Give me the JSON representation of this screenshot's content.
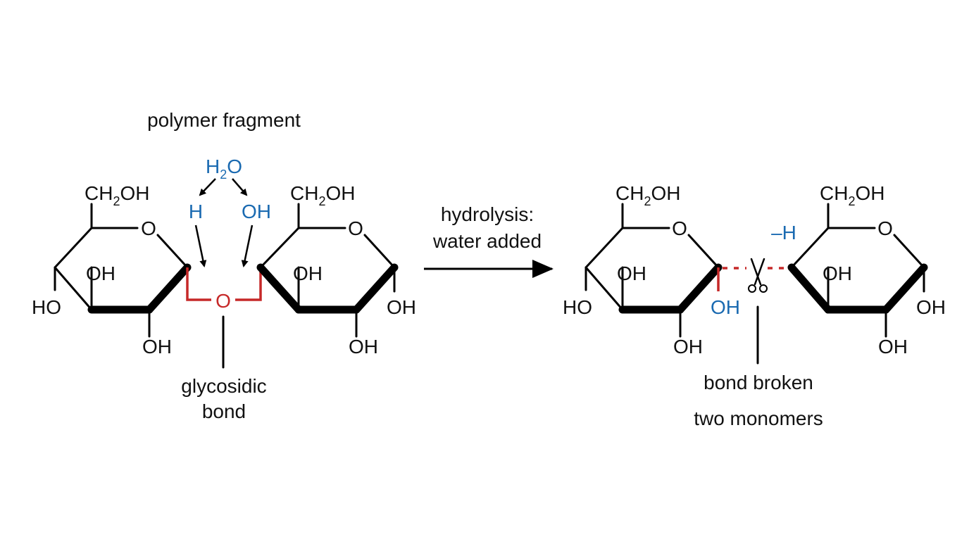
{
  "left": {
    "title": "polymer fragment",
    "water": {
      "main": "H",
      "sub": "2",
      "end": "O"
    },
    "h": "H",
    "oh": "OH",
    "bridge_o": "O",
    "bond_label": [
      "glycosidic",
      "bond"
    ],
    "ring1": {
      "ch2oh_a": "CH",
      "ch2oh_sub": "2",
      "ch2oh_b": "OH",
      "ring_o": "O",
      "oh_c3": "OH",
      "ho_c4": "HO",
      "oh_c2": "OH"
    },
    "ring2": {
      "ch2oh_a": "CH",
      "ch2oh_sub": "2",
      "ch2oh_b": "OH",
      "ring_o": "O",
      "oh_c3": "OH",
      "oh_c1": "OH",
      "oh_c2": "OH"
    }
  },
  "reaction": {
    "line1": "hydrolysis:",
    "line2": "water added"
  },
  "right": {
    "minus_h": "–H",
    "added_oh": "OH",
    "bond_broken": "bond broken",
    "result": "two monomers",
    "ring1": {
      "ch2oh_a": "CH",
      "ch2oh_sub": "2",
      "ch2oh_b": "OH",
      "ring_o": "O",
      "oh_c3": "OH",
      "ho_c4": "HO",
      "oh_c2": "OH"
    },
    "ring2": {
      "ch2oh_a": "CH",
      "ch2oh_sub": "2",
      "ch2oh_b": "OH",
      "ring_o": "O",
      "oh_c3": "OH",
      "oh_c1": "OH",
      "oh_c2": "OH"
    }
  },
  "colors": {
    "water_blue": "#1a6ab1",
    "bond_red": "#c62828",
    "ink": "#111111"
  },
  "icons": [
    "scissors-icon",
    "arrow-right-icon"
  ]
}
